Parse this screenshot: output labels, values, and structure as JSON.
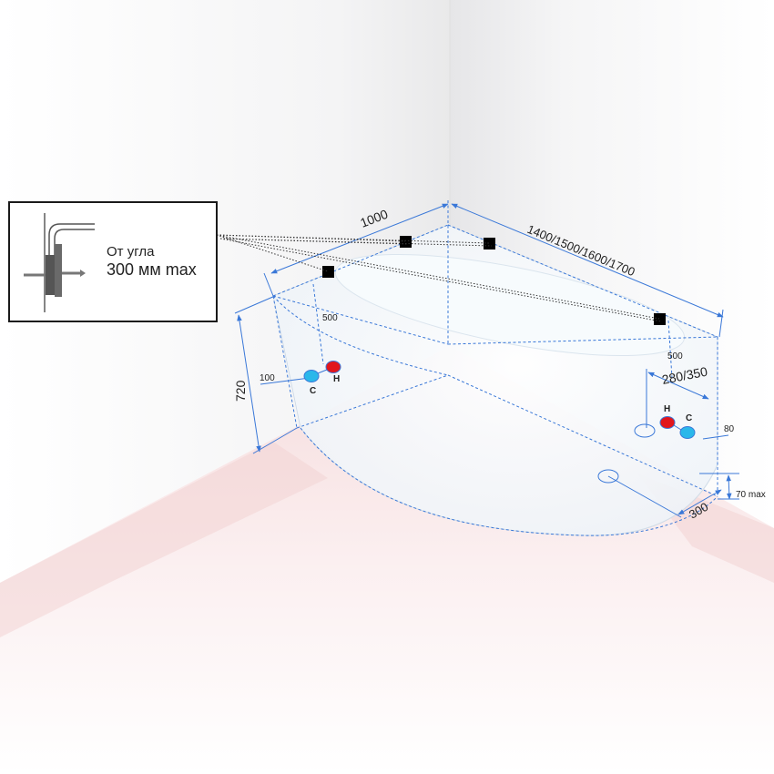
{
  "callout": {
    "line1": "От угла",
    "line2": "300 мм max"
  },
  "dimensions": {
    "width_short": "1000",
    "width_long": "1400/1500/1600/1700",
    "height": "720",
    "bracket_left": "500",
    "bracket_right": "500",
    "pipe_offset": "280/350",
    "left_pipe_height": "100",
    "right_pipe_height": "80",
    "foot_height": "70 max",
    "drain_offset": "300"
  },
  "pipes": {
    "cold_label": "C",
    "hot_label": "H",
    "cold_color": "#2ab7ea",
    "hot_color": "#e1161c"
  },
  "colors": {
    "dimension_line": "#3a78d8",
    "bracket": "#000000"
  }
}
